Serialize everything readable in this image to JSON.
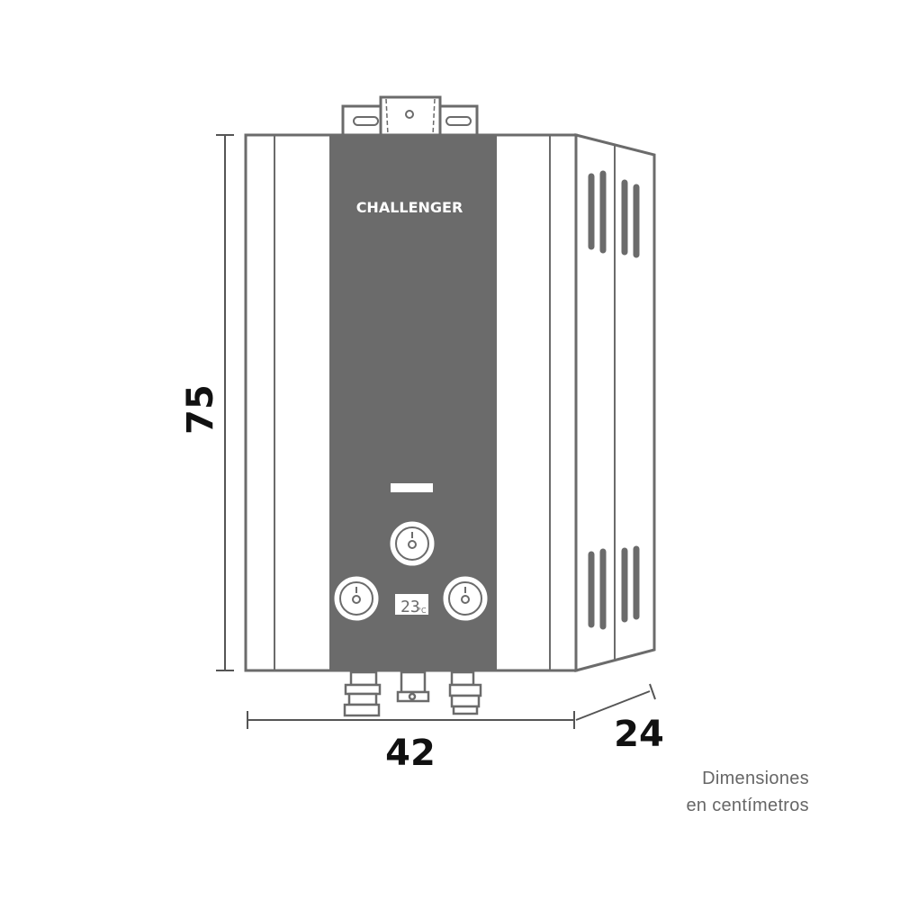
{
  "brand": "CHALLENGER",
  "display": {
    "temperature": "23",
    "unit": "°C"
  },
  "dimensions": {
    "height": "75",
    "width": "42",
    "depth": "24"
  },
  "note": {
    "line1": "Dimensiones",
    "line2": "en centímetros"
  },
  "colors": {
    "outline": "#6b6b6b",
    "panel": "#6b6b6b",
    "text": "#111111"
  }
}
